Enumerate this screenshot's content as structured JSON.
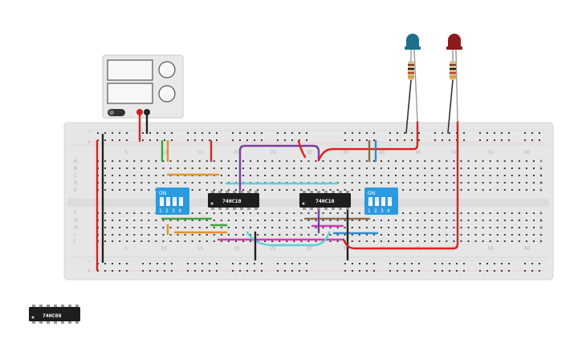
{
  "breadboard": {
    "column_numbers": [
      "5",
      "10",
      "15",
      "20",
      "25",
      "30",
      "35",
      "40",
      "45",
      "50",
      "55",
      "60"
    ],
    "row_letters_top": [
      "A",
      "B",
      "C",
      "D",
      "E"
    ],
    "row_letters_bottom": [
      "F",
      "G",
      "H",
      "I",
      "J"
    ],
    "rail_plus": "+",
    "rail_minus": "−"
  },
  "chips": [
    {
      "label": "74HC10"
    },
    {
      "label": "74HC10"
    },
    {
      "label": "74HC00"
    }
  ],
  "dip_switches": [
    {
      "on_label": "ON",
      "numbers": [
        "1",
        "2",
        "3",
        "4"
      ]
    },
    {
      "on_label": "ON",
      "numbers": [
        "1",
        "2",
        "3",
        "4"
      ]
    }
  ],
  "leds": [
    {
      "color": "#1f6f8b"
    },
    {
      "color": "#8b1a1a"
    }
  ],
  "colors": {
    "red_wire": "#e02020",
    "black_wire": "#222222",
    "green_wire": "#3aa53a",
    "orange_wire": "#e8902a",
    "purple_wire": "#7a3ea0",
    "cyan_wire": "#5fcfd6",
    "magenta_wire": "#d03ab8",
    "brown_wire": "#8b6a48",
    "blue_wire": "#2a8fd0",
    "dip_blue": "#2a9be0"
  }
}
